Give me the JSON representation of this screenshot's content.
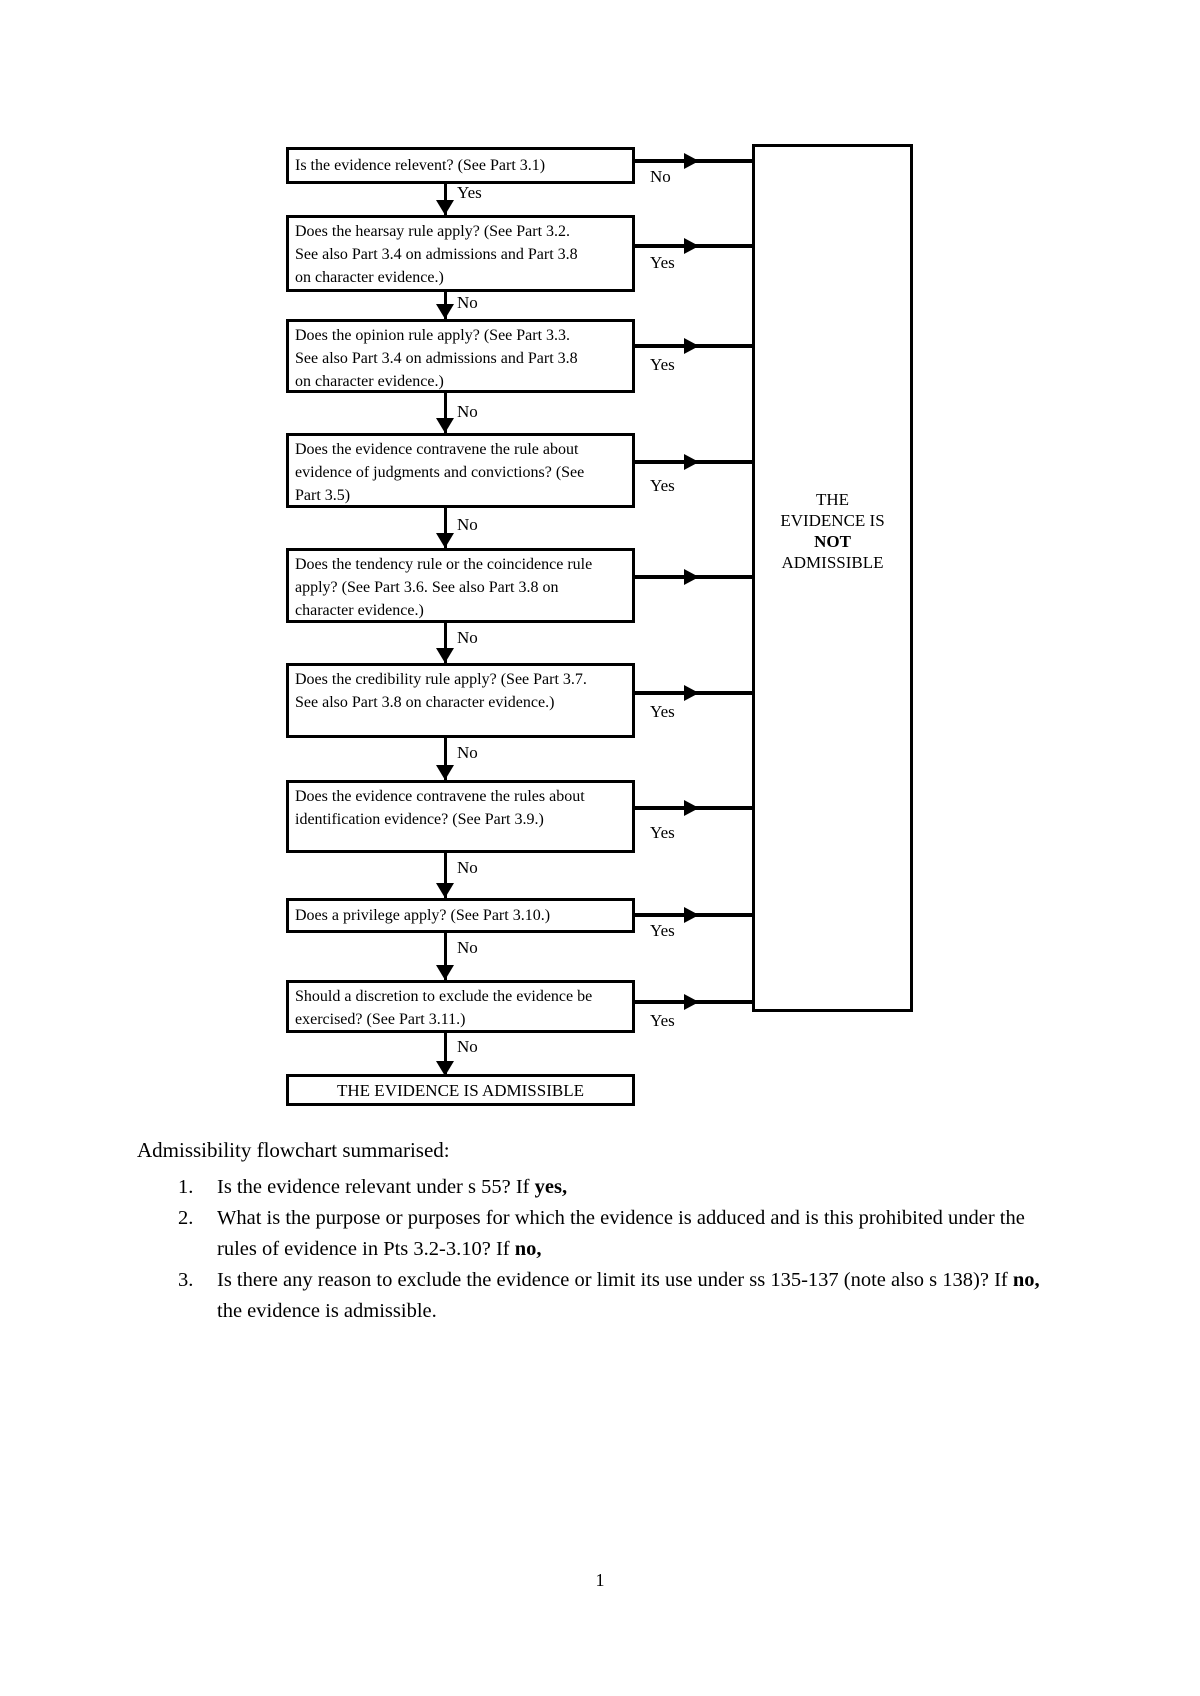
{
  "colors": {
    "ink": "#000000",
    "background": "#ffffff"
  },
  "flowchart": {
    "boxes": [
      {
        "id": "relevance",
        "lines": [
          "Is the evidence relevent? (See Part 3.1)"
        ]
      },
      {
        "id": "hearsay",
        "lines": [
          "Does the hearsay rule apply? (See Part 3.2.",
          "See also Part 3.4 on admissions and Part 3.8",
          "on character evidence.)"
        ]
      },
      {
        "id": "opinion",
        "lines": [
          "Does the opinion rule apply? (See Part 3.3.",
          "See also Part 3.4 on admissions and Part 3.8",
          "on character evidence.)"
        ]
      },
      {
        "id": "judgments",
        "lines": [
          "Does the evidence contravene the rule about",
          "evidence of judgments and convictions? (See",
          "Part 3.5)"
        ]
      },
      {
        "id": "tendency",
        "lines": [
          "Does the tendency rule or the coincidence rule",
          "apply? (See Part 3.6. See also Part 3.8 on",
          "character evidence.)"
        ]
      },
      {
        "id": "credibility",
        "lines": [
          "Does the credibility rule apply? (See Part 3.7.",
          "See also Part 3.8 on character evidence.)"
        ]
      },
      {
        "id": "identification",
        "lines": [
          "Does the evidence contravene the rules about",
          "identification evidence? (See Part 3.9.)"
        ]
      },
      {
        "id": "privilege",
        "lines": [
          "Does a privilege apply? (See Part 3.10.)"
        ]
      },
      {
        "id": "discretion",
        "lines": [
          "Should a discretion to exclude the evidence be",
          "exercised? (See Part 3.11.)"
        ]
      }
    ],
    "admissible_label": "THE EVIDENCE IS ADMISSIBLE",
    "not_admissible_lines": [
      "THE",
      "EVIDENCE IS",
      "NOT",
      "ADMISSIBLE"
    ],
    "vertical_labels": [
      "Yes",
      "No",
      "No",
      "No",
      "No",
      "No",
      "No",
      "No",
      "No"
    ],
    "horizontal_labels": [
      "No",
      "Yes",
      "Yes",
      "Yes",
      "",
      "Yes",
      "Yes",
      "Yes",
      "Yes"
    ]
  },
  "summary": {
    "heading": "Admissibility flowchart summarised:",
    "items": [
      {
        "number": "1.",
        "pre": "Is the evidence relevant under s 55? If ",
        "bold": "yes,",
        "post": ""
      },
      {
        "number": "2.",
        "pre": "What is the purpose or purposes for which the evidence is adduced and is this prohibited under the rules of evidence in Pts 3.2-3.10? If ",
        "bold": "no,",
        "post": ""
      },
      {
        "number": "3.",
        "pre": "Is there any reason to exclude the evidence or limit its use under ss 135-137 (note also s 138)? If ",
        "bold": "no,",
        "post": " the evidence is admissible."
      }
    ]
  },
  "page_number": "1"
}
